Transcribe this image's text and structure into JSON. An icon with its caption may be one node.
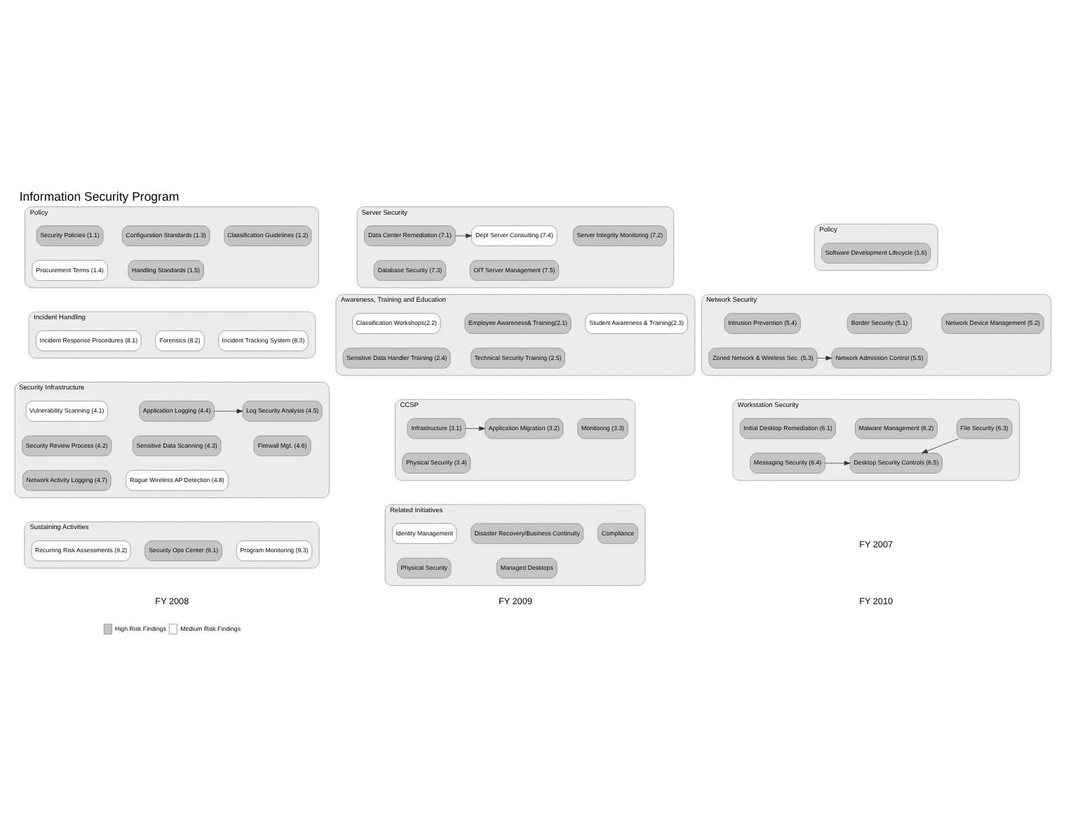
{
  "diagram": {
    "title": "Information Security Program",
    "nodes": [
      {
        "text": [
          "Policy"
        ]
      },
      {
        "text": [
          "Security Policies (1.1)"
        ],
        "in": 0
      },
      {
        "text": [
          "Configuration Standards (1.3)"
        ],
        "in": 0
      },
      {
        "text": [
          "Classification Guidelines (1.2)"
        ],
        "in": 0
      },
      {
        "text": [
          "Procurement Terms (1.4)"
        ],
        "in": 0
      },
      {
        "text": [
          "Handling Standards (1.5)"
        ],
        "in": 0
      },
      {
        "text": [
          "Server Security"
        ]
      },
      {
        "text": [
          "Data Center Remediation (7.1)"
        ],
        "in": 6
      },
      {
        "text": [
          "Dept Server Consulting (7.4)"
        ],
        "in": 6
      },
      {
        "text": [
          "Server Integrity Monitoring (7.2)"
        ],
        "in": 6
      },
      {
        "text": [
          "Database Security (7.3)"
        ],
        "in": 6
      },
      {
        "text": [
          "OIT Server Management (7.5)"
        ],
        "in": 6
      },
      {
        "text": [
          "Policy"
        ]
      },
      {
        "text": [
          "Software Development Lifecycle (1.6)"
        ],
        "in": 12
      },
      {
        "text": [
          "Incident Handling"
        ]
      },
      {
        "text": [
          "Incident Response Procedures (8.1)"
        ],
        "in": 14
      },
      {
        "text": [
          "Forensics (8.2)"
        ],
        "in": 14
      },
      {
        "text": [
          "Incident Tracking System (8.3)"
        ],
        "in": 14
      },
      {
        "text": [
          "Awareness, Training and Education"
        ]
      },
      {
        "text": [
          "Classification Workshops(2.2)"
        ],
        "in": 18
      },
      {
        "text": [
          "Employee Awareness& Training(2.1)"
        ],
        "in": 18
      },
      {
        "text": [
          "Student Awareness & Training(2.3)"
        ],
        "in": 18
      },
      {
        "text": [
          "Sensitive Data Handler Training (2.4)"
        ],
        "in": 18
      },
      {
        "text": [
          "Technical Security Training (2.5)"
        ],
        "in": 18
      },
      {
        "text": [
          "Network Security"
        ]
      },
      {
        "text": [
          "Intrusion Prevention (5.4)"
        ],
        "in": 24
      },
      {
        "text": [
          "Border Security (5.1)"
        ],
        "in": 24
      },
      {
        "text": [
          "Network Device Management (5.2)"
        ],
        "in": 24
      },
      {
        "text": [
          "Zoned Network & Wireless Sec. (5.3)"
        ],
        "in": 24
      },
      {
        "text": [
          "Network Admission Control (5.5)"
        ],
        "in": 24
      },
      {
        "text": [
          "Security Infrastructure"
        ]
      },
      {
        "text": [
          "Vulnerability Scanning (4.1)"
        ],
        "in": 30
      },
      {
        "text": [
          "Application Logging (4.4)"
        ],
        "in": 30
      },
      {
        "text": [
          "Log Security Analysis (4.5)"
        ],
        "in": 30
      },
      {
        "text": [
          "Security Review Process (4.2)"
        ],
        "in": 30
      },
      {
        "text": [
          "Sensitive Data Scanning (4.3)"
        ],
        "in": 30
      },
      {
        "text": [
          "Firewall Mgt. (4.6)"
        ],
        "in": 30
      },
      {
        "text": [
          "Network Activity Logging (4.7)"
        ],
        "in": 30
      },
      {
        "text": [
          "Rogue Wireless AP Detection (4.8)"
        ],
        "in": 30
      },
      {
        "text": [
          "CCSP"
        ]
      },
      {
        "text": [
          "Infrastructure (3.1)"
        ],
        "in": 39
      },
      {
        "text": [
          "Application Migration (3.2)"
        ],
        "in": 39
      },
      {
        "text": [
          "Monitoring (3.3)"
        ],
        "in": 39
      },
      {
        "text": [
          "Physical Security (3.4)"
        ],
        "in": 39
      },
      {
        "text": [
          "Workstation Security"
        ]
      },
      {
        "text": [
          "Initial Desktop Remediation (6.1)"
        ],
        "in": 44
      },
      {
        "text": [
          "Malware Management (6.2)"
        ],
        "in": 44
      },
      {
        "text": [
          "File Security (6.3)"
        ],
        "in": 44
      },
      {
        "text": [
          "Messaging Security (6.4)"
        ],
        "in": 44
      },
      {
        "text": [
          "Desktop Security Controls (6.5)"
        ],
        "in": 44
      },
      {
        "text": [
          "Sustaining Activities"
        ]
      },
      {
        "text": [
          "Recurring Risk Assessments (9.2)"
        ],
        "in": 50
      },
      {
        "text": [
          "Security Ops Center (9.1)"
        ],
        "in": 50
      },
      {
        "text": [
          "Program Monitoring (9.3)"
        ],
        "in": 50
      },
      {
        "text": [
          "Related Initiatives"
        ]
      },
      {
        "text": [
          "Identity Management"
        ],
        "in": 54
      },
      {
        "text": [
          "Disaster Recovery/Business Continuity"
        ],
        "in": 54
      },
      {
        "text": [
          "Compliance"
        ],
        "in": 54
      },
      {
        "text": [
          "Physical Security"
        ],
        "in": 54
      },
      {
        "text": [
          "Managed Desktops"
        ],
        "in": 54
      }
    ],
    "edges": [
      {
        "from": 7,
        "to": 8,
        "arrow": "to"
      },
      {
        "from": 28,
        "to": 29,
        "arrow": "to"
      },
      {
        "from": 32,
        "to": 33,
        "arrow": "to"
      },
      {
        "from": 40,
        "to": 41,
        "arrow": "to"
      },
      {
        "from": 47,
        "to": 49,
        "arrow": "to"
      },
      {
        "from": 48,
        "to": 49,
        "arrow": "to"
      }
    ],
    "labels": [
      "FY 2007",
      "FY 2008",
      "FY 2009",
      "FY 2010"
    ],
    "legend": [
      {
        "text": "High Risk Findings",
        "color": "#c4c4c4"
      },
      {
        "text": "Medium Risk Findings",
        "color": "#ffffff"
      }
    ]
  }
}
